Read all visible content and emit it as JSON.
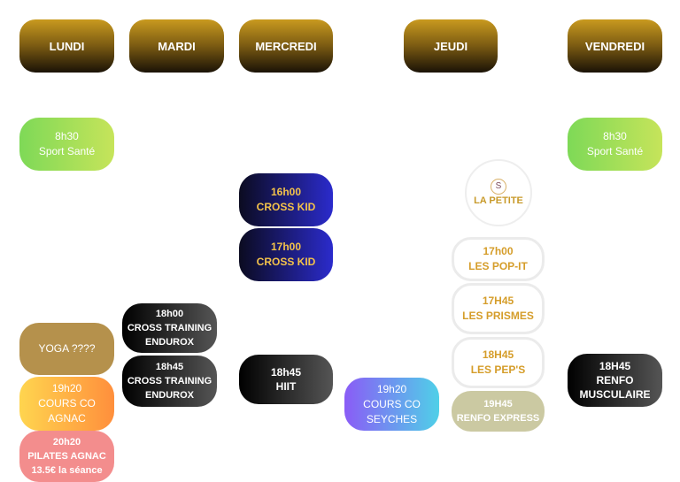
{
  "days": [
    "LUNDI",
    "MARDI",
    "MERCREDI",
    "JEUDI",
    "VENDREDI"
  ],
  "classes": {
    "mon_sport": [
      "8h30",
      "Sport Santé"
    ],
    "fri_sport": [
      "8h30",
      "Sport Santé"
    ],
    "wed_kid1": [
      "16h00",
      "CROSS KID"
    ],
    "wed_kid2": [
      "17h00",
      "CROSS KID"
    ],
    "thu_popit": [
      "17h00",
      "LES POP-IT"
    ],
    "thu_prismes": [
      "17H45",
      "LES PRISMES"
    ],
    "thu_peps": [
      "18H45",
      "LES PEP'S"
    ],
    "thu_renfo": [
      "19H45",
      "RENFO EXPRESS"
    ],
    "tue_ct1": [
      "18h00",
      "CROSS TRAINING",
      "ENDUROX"
    ],
    "tue_ct2": [
      "18h45",
      "CROSS TRAINING",
      "ENDUROX"
    ],
    "mon_yoga": [
      "YOGA ????"
    ],
    "mon_agnac": [
      "19h20",
      "COURS CO",
      "AGNAC"
    ],
    "mon_pilates": [
      "20h20",
      "PILATES AGNAC",
      "13.5€ la séance"
    ],
    "wed_hiit": [
      "18h45",
      "HIIT"
    ],
    "seyches": [
      "19h20",
      "COURS CO",
      "SEYCHES"
    ],
    "fri_renfo": [
      "18H45",
      "RENFO",
      "MUSCULAIRE"
    ]
  },
  "logo": {
    "text": "LA PETITE"
  }
}
